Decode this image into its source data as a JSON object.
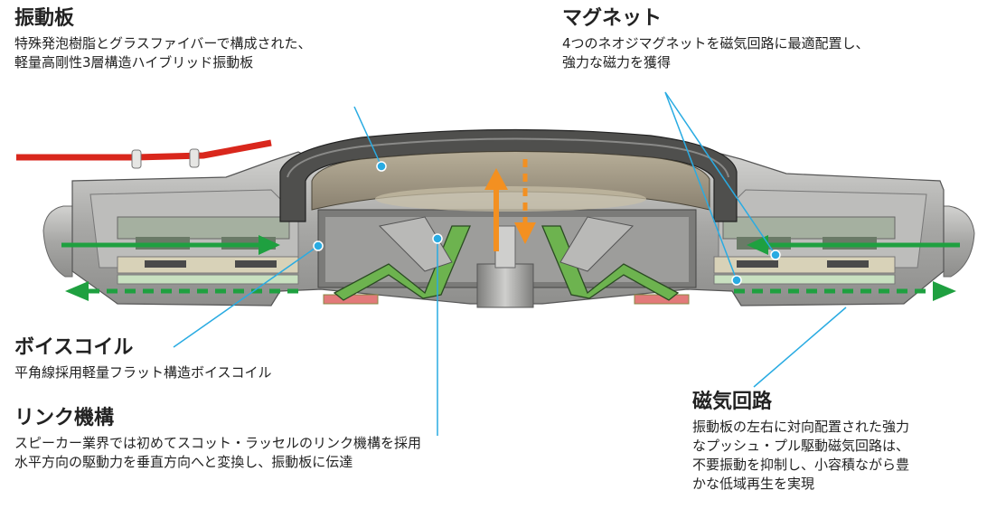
{
  "labels": {
    "diaphragm": {
      "title": "振動板",
      "desc": [
        "特殊発泡樹脂とグラスファイバーで構成された、",
        "軽量高剛性3層構造ハイブリッド振動板"
      ]
    },
    "magnet": {
      "title": "マグネット",
      "desc": [
        "4つのネオジマグネットを磁気回路に最適配置し、",
        "強力な磁力を獲得"
      ]
    },
    "voicecoil": {
      "title": "ボイスコイル",
      "desc": [
        "平角線採用軽量フラット構造ボイスコイル"
      ]
    },
    "linkage": {
      "title": "リンク機構",
      "desc": [
        "スピーカー業界では初めてスコット・ラッセルのリンク機構を採用",
        "水平方向の駆動力を垂直方向へと変換し、振動板に伝達"
      ]
    },
    "circuit": {
      "title": "磁気回路",
      "desc": [
        "振動板の左右に対向配置された強力",
        "なプッシュ・プル駆動磁気回路は、",
        "不要振動を抑制し、小容積ながら豊",
        "かな低域再生を実現"
      ]
    }
  },
  "colors": {
    "leader": "#29abe2",
    "green_arrow": "#1fa040",
    "orange_arrow": "#f39021",
    "wire": "#d9271c",
    "frame": "#9a9a98",
    "frame_light": "#c9c9c7",
    "diaphragm": "#a39a85"
  }
}
